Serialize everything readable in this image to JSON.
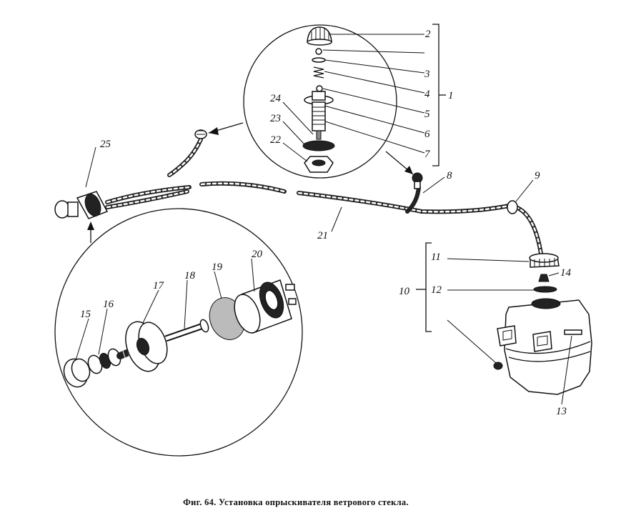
{
  "figure": {
    "caption": "Фиг. 64. Установка опрыскивателя ветрового стекла."
  },
  "labels": {
    "n1": "1",
    "n2": "2",
    "n3": "3",
    "n4": "4",
    "n5": "5",
    "n6": "6",
    "n7": "7",
    "n8": "8",
    "n9": "9",
    "n10": "10",
    "n11": "11",
    "n12": "12",
    "n13": "13",
    "n14": "14",
    "n15": "15",
    "n16": "16",
    "n17": "17",
    "n18": "18",
    "n19": "19",
    "n20": "20",
    "n21": "21",
    "n22": "22",
    "n23": "23",
    "n24": "24",
    "n25": "25"
  }
}
